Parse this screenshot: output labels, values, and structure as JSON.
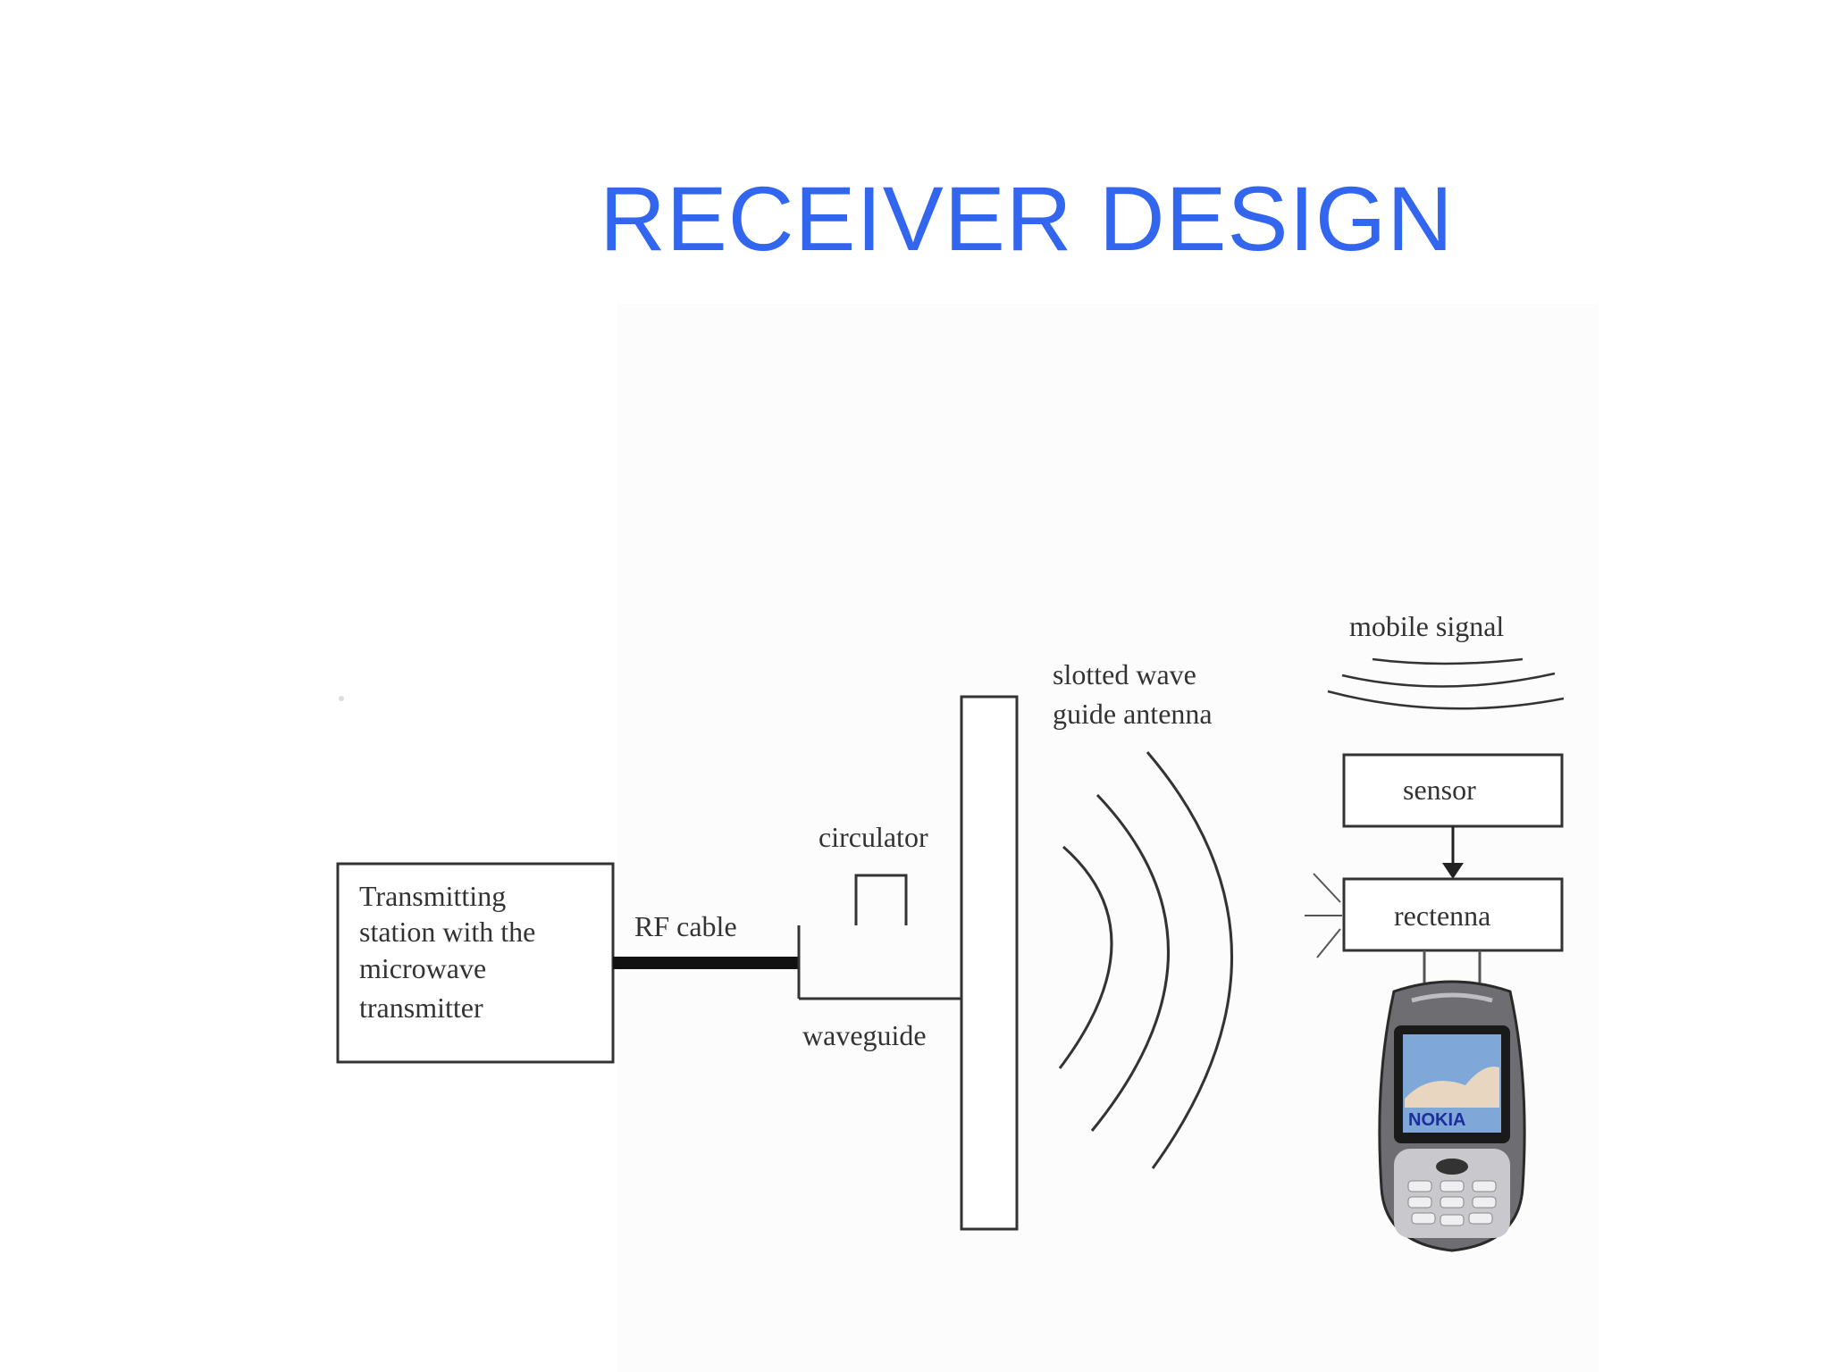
{
  "slide": {
    "title": "RECEIVER DESIGN"
  },
  "diagram": {
    "transmitter_lines": [
      "Transmitting",
      "station with the",
      "microwave",
      "transmitter"
    ],
    "rf_cable_label": "RF cable",
    "circulator_label": "circulator",
    "waveguide_label": "waveguide",
    "antenna_label_lines": [
      "slotted wave",
      "guide antenna"
    ],
    "mobile_signal_label": "mobile signal",
    "sensor_label": "sensor",
    "rectenna_label": "rectenna",
    "phone_brand": "NOKIA"
  },
  "colors": {
    "title": "#3366ee",
    "lines": "#333333"
  }
}
